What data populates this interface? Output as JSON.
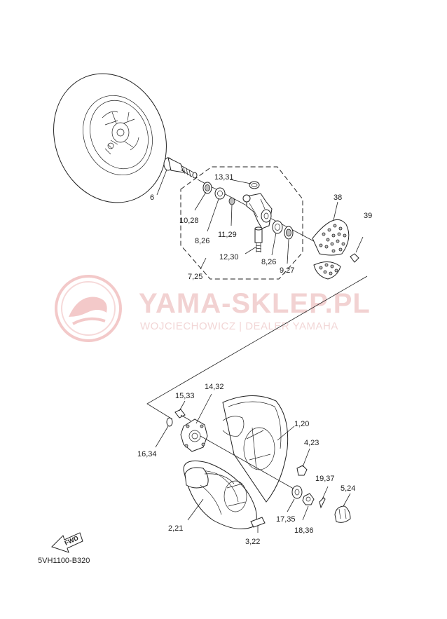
{
  "diagram": {
    "code": "5VH1100-B320",
    "fwd_label": "FWD",
    "watermark": {
      "title": "YAMA-SKLEP.PL",
      "subtitle": "WOJCIECHOWICZ | DEALER YAMAHA"
    },
    "callouts": [
      {
        "id": "6",
        "label": "6"
      },
      {
        "id": "13-31",
        "label": "13,31"
      },
      {
        "id": "10-28",
        "label": "10,28"
      },
      {
        "id": "8-26-a",
        "label": "8,26"
      },
      {
        "id": "11-29",
        "label": "11,29"
      },
      {
        "id": "12-30",
        "label": "12,30"
      },
      {
        "id": "8-26-b",
        "label": "8,26"
      },
      {
        "id": "9-27",
        "label": "9,27"
      },
      {
        "id": "7-25",
        "label": "7,25"
      },
      {
        "id": "38",
        "label": "38"
      },
      {
        "id": "39",
        "label": "39"
      },
      {
        "id": "14-32",
        "label": "14,32"
      },
      {
        "id": "15-33",
        "label": "15,33"
      },
      {
        "id": "1-20",
        "label": "1,20"
      },
      {
        "id": "16-34",
        "label": "16,34"
      },
      {
        "id": "4-23",
        "label": "4,23"
      },
      {
        "id": "19-37",
        "label": "19,37"
      },
      {
        "id": "5-24",
        "label": "5,24"
      },
      {
        "id": "17-35",
        "label": "17,35"
      },
      {
        "id": "18-36",
        "label": "18,36"
      },
      {
        "id": "2-21",
        "label": "2,21"
      },
      {
        "id": "3-22",
        "label": "3,22"
      }
    ]
  }
}
